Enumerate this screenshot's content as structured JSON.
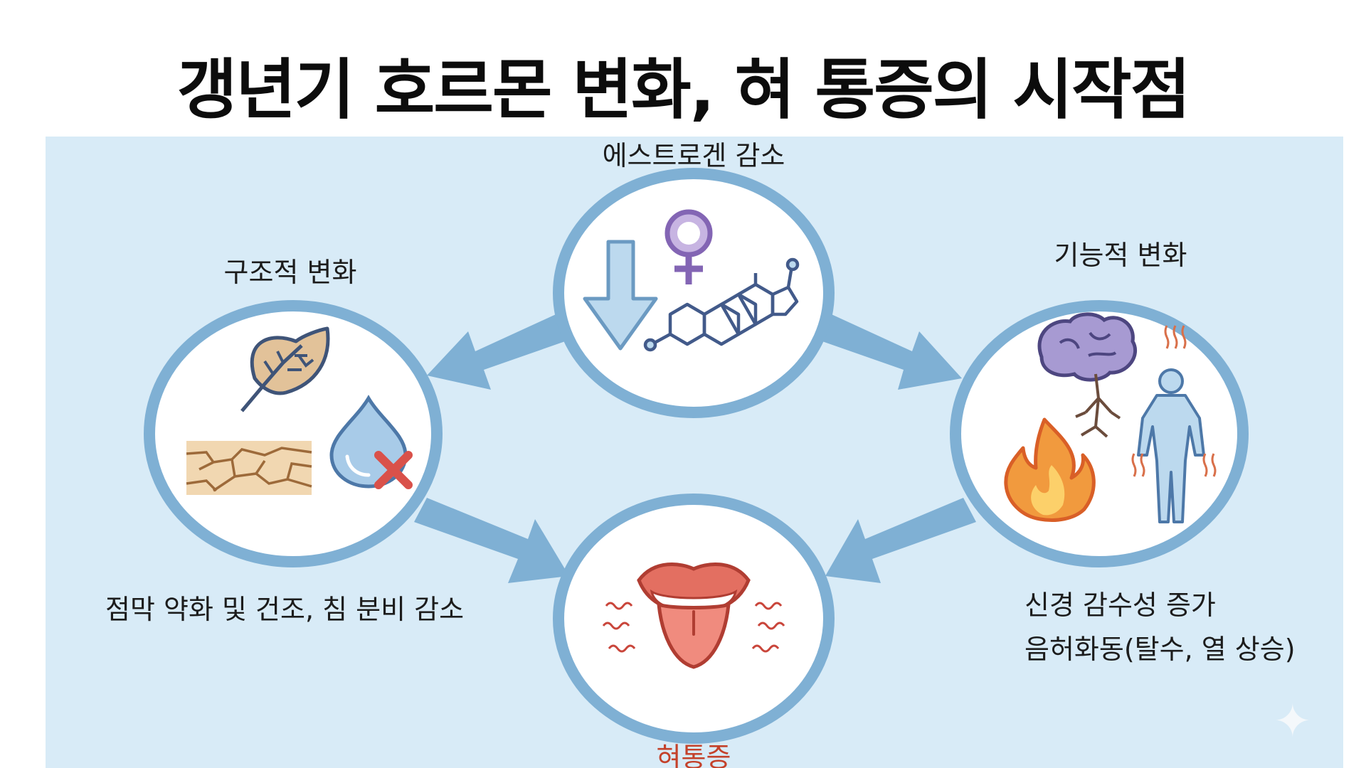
{
  "title": "갱년기 호르몬 변화, 혀 통증의 시작점",
  "nodes": {
    "top": {
      "label": "에스트로겐 감소",
      "icons": [
        "down-arrow-icon",
        "female-symbol-icon",
        "estrogen-molecule-icon"
      ]
    },
    "left": {
      "label": "구조적 변화",
      "icons": [
        "dry-leaf-icon",
        "cracked-ground-icon",
        "water-drop-x-icon"
      ]
    },
    "right": {
      "label": "기능적 변화",
      "icons": [
        "brain-nerves-icon",
        "flame-icon",
        "human-body-heat-icon"
      ]
    },
    "bottom": {
      "label": "혀통증",
      "icons": [
        "tongue-icon"
      ]
    }
  },
  "annotations": {
    "left_detail": "점막 약화 및 건조, 침 분비 감소",
    "right_detail_line1": "신경 감수성 증가",
    "right_detail_line2": "음허화동(탈수, 열 상승)"
  },
  "colors": {
    "panel": "#d8ebf7",
    "circle_stroke": "#7fb0d4",
    "arrow": "#7fb0d4",
    "pain_label": "#c4412a"
  }
}
